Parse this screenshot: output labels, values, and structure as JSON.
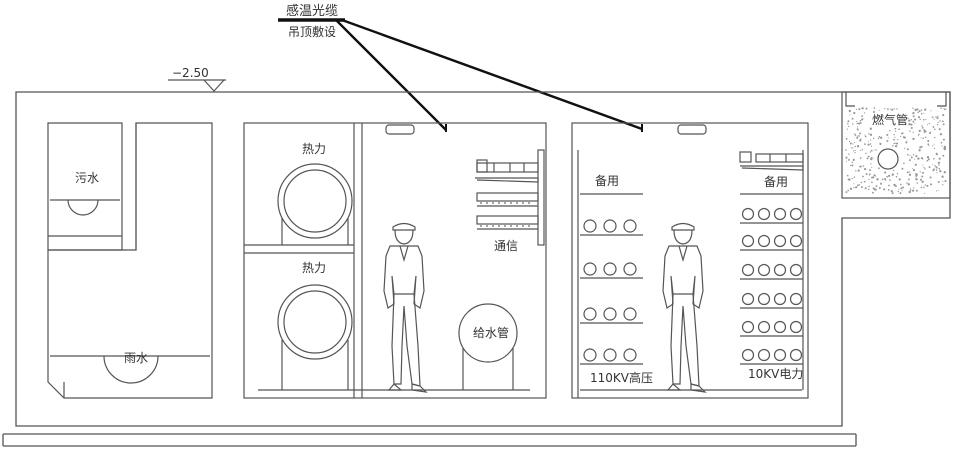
{
  "callout": {
    "line1": "感温光缆",
    "line2": "吊顶敷设"
  },
  "elevation": "−2.50",
  "compartments": {
    "sewage": "污水",
    "rain": "雨水",
    "heat_upper": "热力",
    "heat_lower": "热力",
    "telecom": "通信",
    "water_supply": "给水管",
    "spare_left": "备用",
    "spare_right": "备用",
    "hv_110kv": "110KV高压",
    "power_10kv": "10KV电力",
    "gas": "燃气管"
  },
  "colors": {
    "line": "#555555",
    "text": "#333333",
    "callout": "#111111"
  }
}
